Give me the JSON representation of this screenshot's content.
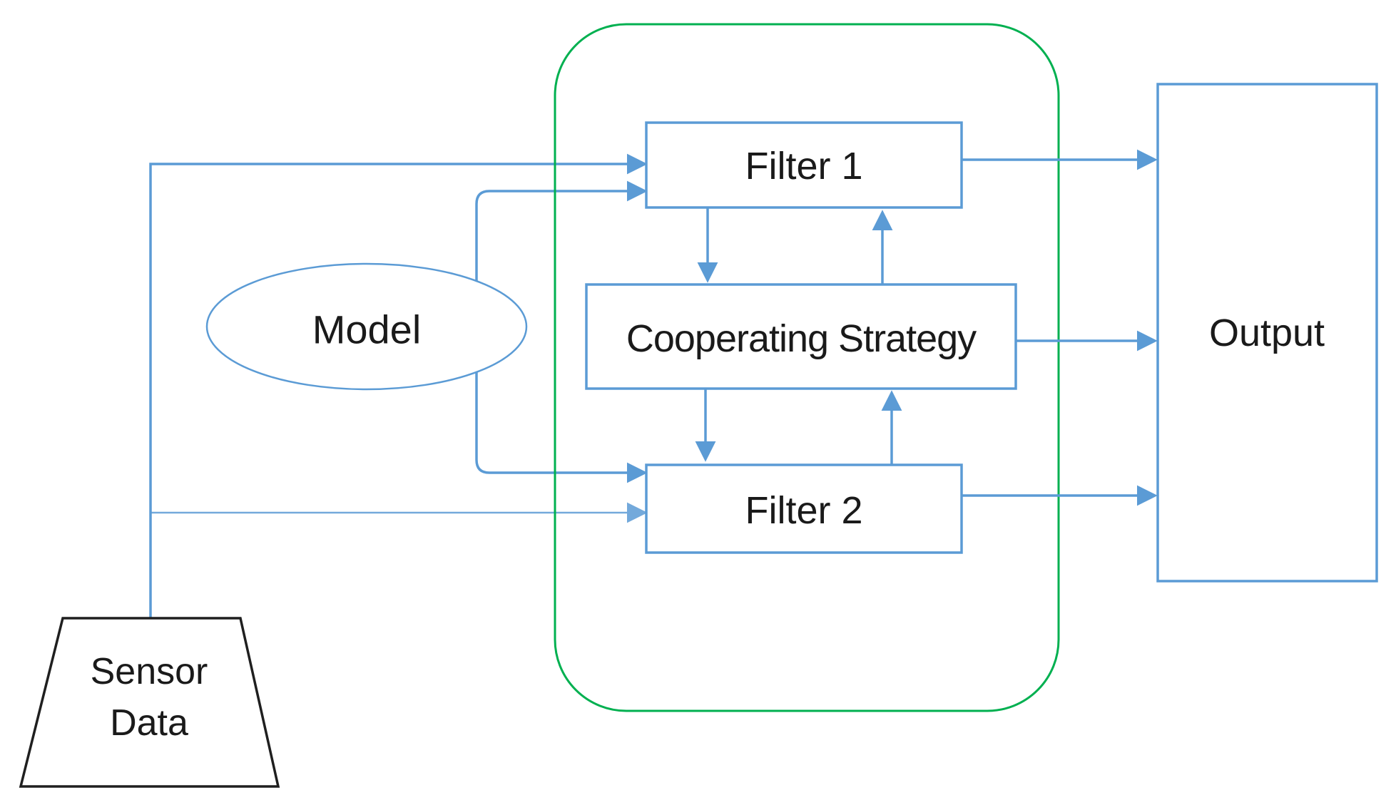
{
  "diagram_type": "flow-diagram",
  "nodes": {
    "sensor_data": {
      "label_line1": "Sensor",
      "label_line2": "Data",
      "shape": "trapezoid",
      "stroke": "#1F1F1F"
    },
    "model": {
      "label": "Model",
      "shape": "ellipse",
      "stroke": "#5B9BD5"
    },
    "filter1": {
      "label": "Filter 1",
      "shape": "rectangle",
      "stroke": "#5B9BD5"
    },
    "cooperating_strategy": {
      "label": "Cooperating Strategy",
      "shape": "rectangle",
      "stroke": "#5B9BD5"
    },
    "filter2": {
      "label": "Filter 2",
      "shape": "rectangle",
      "stroke": "#5B9BD5"
    },
    "output": {
      "label": "Output",
      "shape": "rectangle",
      "stroke": "#5B9BD5"
    }
  },
  "container": {
    "name": "filter-cooperation-group",
    "shape": "rounded-rectangle",
    "stroke": "#00B050",
    "contains": [
      "filter1",
      "cooperating_strategy",
      "filter2"
    ]
  },
  "edges": [
    {
      "from": "sensor_data",
      "to": "filter1"
    },
    {
      "from": "sensor_data",
      "to": "filter2"
    },
    {
      "from": "model",
      "to": "filter1"
    },
    {
      "from": "model",
      "to": "filter2"
    },
    {
      "from": "filter1",
      "to": "cooperating_strategy"
    },
    {
      "from": "cooperating_strategy",
      "to": "filter1"
    },
    {
      "from": "cooperating_strategy",
      "to": "filter2"
    },
    {
      "from": "filter2",
      "to": "cooperating_strategy"
    },
    {
      "from": "filter1",
      "to": "output"
    },
    {
      "from": "cooperating_strategy",
      "to": "output"
    },
    {
      "from": "filter2",
      "to": "output"
    }
  ],
  "colors": {
    "connector-blue": "#5B9BD5",
    "group-green": "#00B050",
    "shape-black": "#1F1F1F",
    "text": "#1A1A1A",
    "background": "#FFFFFF"
  }
}
